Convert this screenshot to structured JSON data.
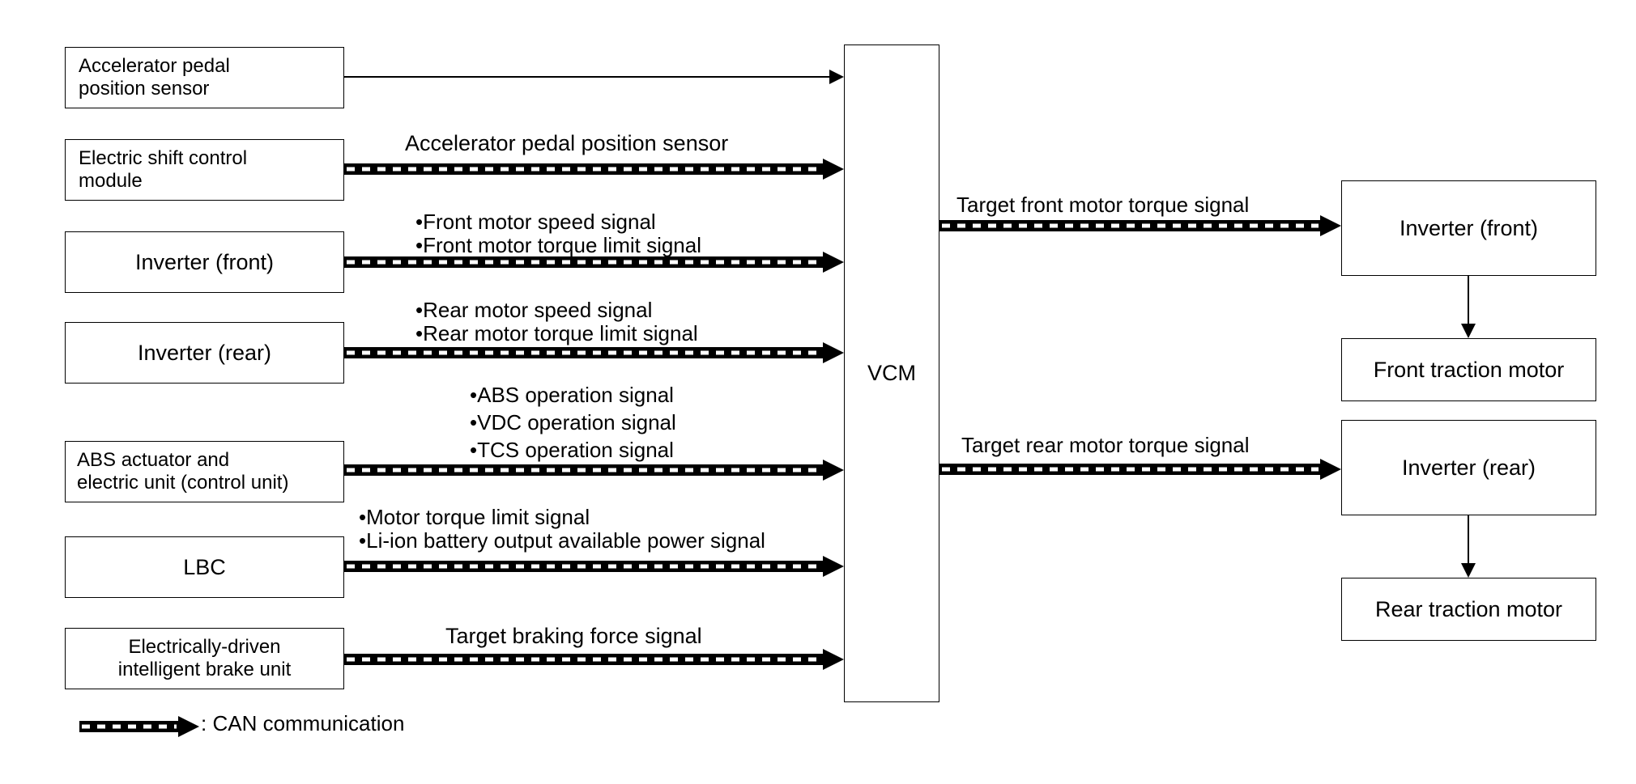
{
  "left_units": {
    "accelerator_sensor": "Accelerator pedal\nposition sensor",
    "shift_module": "Electric shift control\nmodule",
    "inverter_front": "Inverter (front)",
    "inverter_rear": "Inverter (rear)",
    "abs_unit": "ABS actuator and\nelectric unit (control unit)",
    "lbc": "LBC",
    "brake_unit": "Electrically-driven\nintelligent brake unit"
  },
  "center": {
    "vcm": "VCM"
  },
  "right_units": {
    "inverter_front": "Inverter (front)",
    "front_motor": "Front traction motor",
    "inverter_rear": "Inverter (rear)",
    "rear_motor": "Rear traction motor"
  },
  "signals": {
    "shift": "Accelerator pedal position sensor",
    "inv_front": "•Front motor speed signal\n•Front motor torque limit signal",
    "inv_rear": "•Rear motor speed signal\n•Rear motor torque limit signal",
    "abs": "•ABS operation signal\n•VDC operation signal\n•TCS operation signal",
    "lbc": "•Motor torque limit signal\n•Li-ion battery output available power signal",
    "brake": "Target braking force signal",
    "target_front": "Target front motor torque signal",
    "target_rear": "Target rear motor torque signal"
  },
  "legend": {
    "text": ": CAN communication"
  },
  "colors": {
    "line": "#000000",
    "background": "#ffffff"
  }
}
